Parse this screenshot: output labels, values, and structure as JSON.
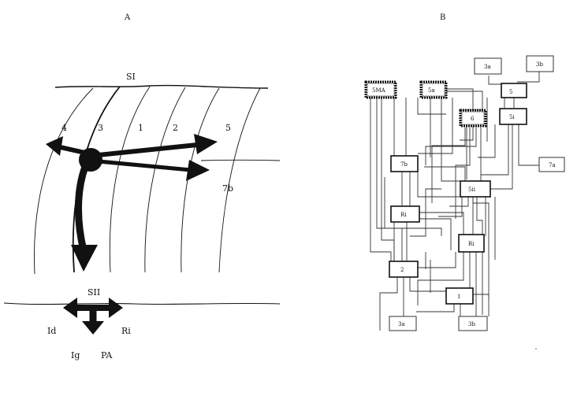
{
  "panel_a": {
    "letter": "A",
    "top_surface_label": "SI",
    "bottom_surface_label": "SII",
    "layer_numbers": [
      "4",
      "3",
      "1",
      "2",
      "5"
    ],
    "arrow_target_label": "7b",
    "bottom_directions": {
      "left": "Id",
      "right": "Ri",
      "down_left": "Ig",
      "down_right": "PA"
    }
  },
  "panel_b": {
    "letter": "B",
    "boxes": {
      "box_3a_top": "3a",
      "box_3b_top": "3b",
      "box_5_right": "5",
      "box_5i": "5i",
      "box_7a": "7a",
      "box_8": "5MA",
      "box_9": "5a",
      "box_6": "6",
      "box_7b": "7b",
      "box_5ii": "5ii",
      "box_ri": "Ri",
      "box_ri2": "Ri",
      "box_2": "2",
      "box_1": "1",
      "box_3a_bottom": "3a",
      "box_3b_bottom": "3b"
    }
  }
}
